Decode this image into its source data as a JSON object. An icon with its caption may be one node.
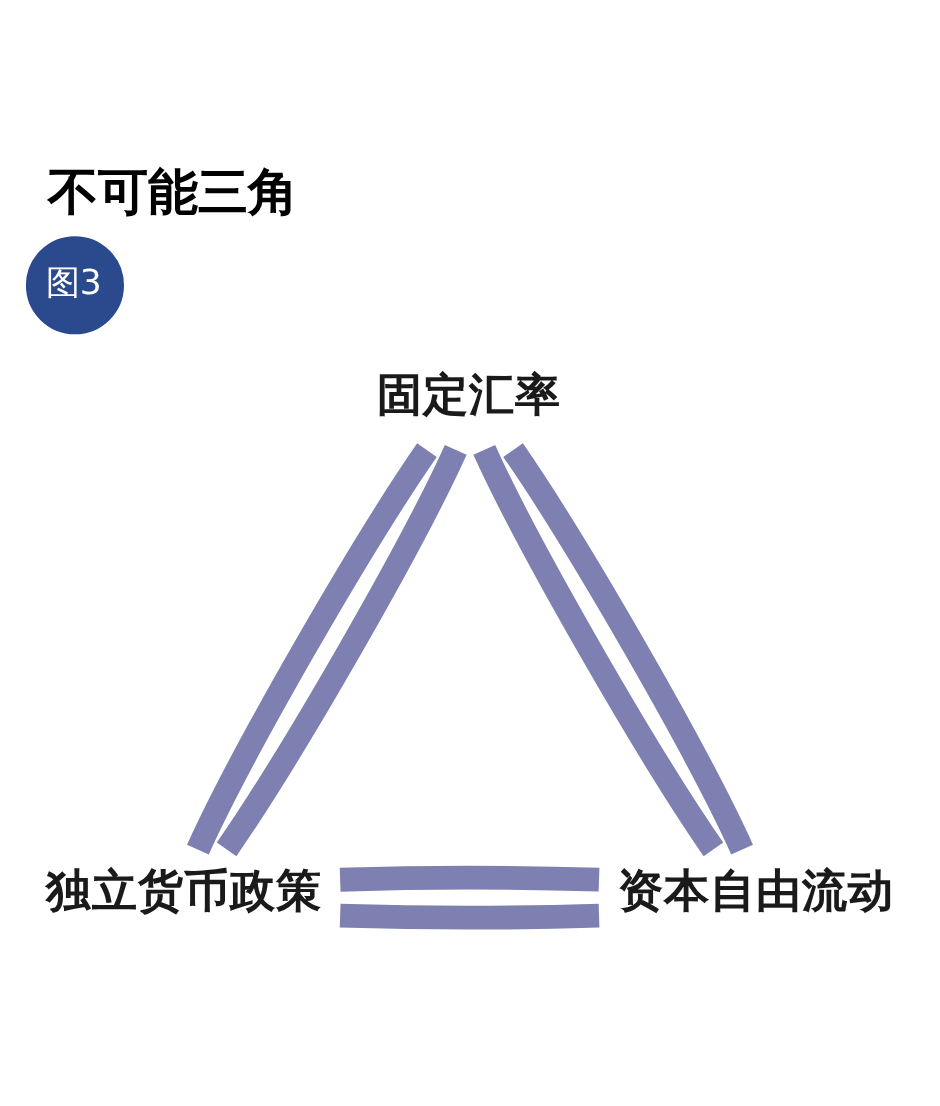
{
  "diagram": {
    "title": "不可能三角",
    "nodes": [
      {
        "text": [
          "图3"
        ]
      },
      {
        "text": [
          "固定汇率"
        ]
      },
      {
        "text": [
          "独立货币政策"
        ]
      },
      {
        "text": [
          "资本自由流动"
        ]
      }
    ],
    "edges": [
      {
        "from": 1,
        "to": 2,
        "arrow": "none"
      },
      {
        "from": 1,
        "to": 2,
        "arrow": "none"
      },
      {
        "from": 1,
        "to": 3,
        "arrow": "none"
      },
      {
        "from": 1,
        "to": 3,
        "arrow": "none"
      },
      {
        "from": 2,
        "to": 3,
        "arrow": "none"
      },
      {
        "from": 2,
        "to": 3,
        "arrow": "none"
      }
    ]
  }
}
